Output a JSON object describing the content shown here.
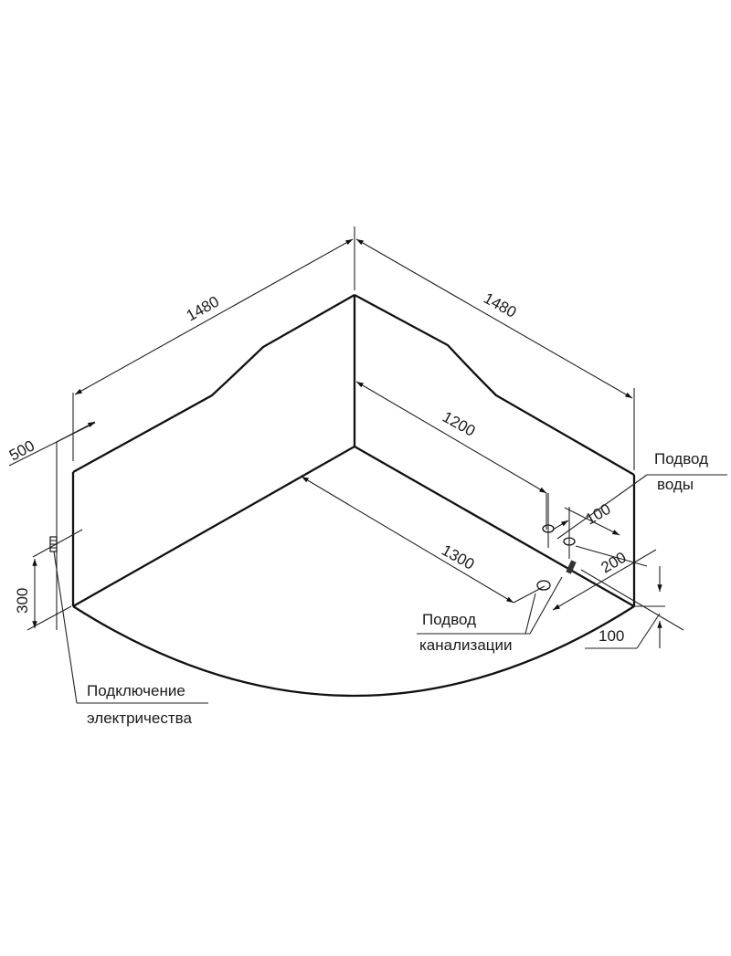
{
  "dimensions": {
    "left_width": "1480",
    "right_width": "1480",
    "inner_right": "1200",
    "inner_left": "1300",
    "water_spacing": "100",
    "drain_offset": "200",
    "drain_height": "100",
    "total_height": "500",
    "electric_height": "300"
  },
  "labels": {
    "water_line1": "Подвод",
    "water_line2": "воды",
    "drain_line1": "Подвод",
    "drain_line2": "канализации",
    "electric_line1": "Подключение",
    "electric_line2": "электричества"
  }
}
